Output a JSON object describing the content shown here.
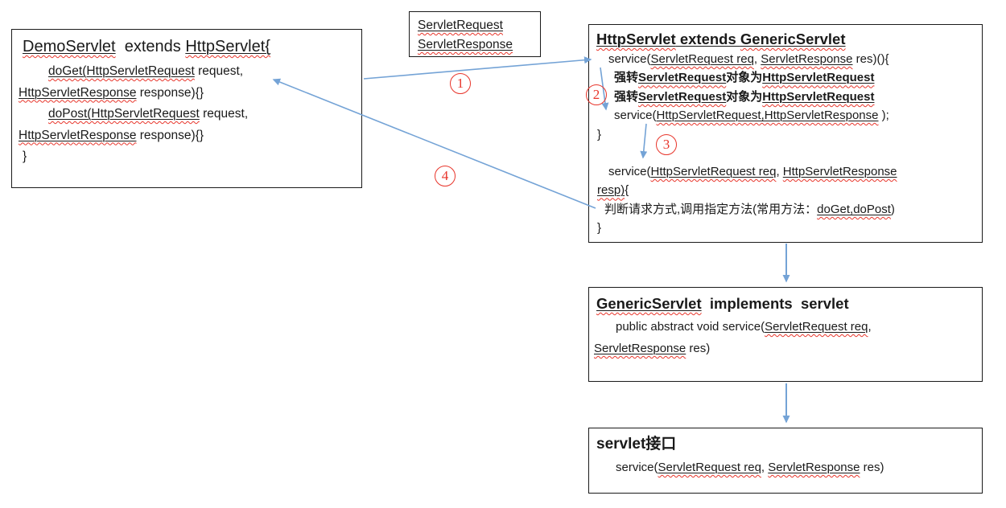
{
  "demo": {
    "title": [
      {
        "t": "DemoServlet",
        "c": "u"
      },
      {
        "t": "  extends ",
        "c": ""
      },
      {
        "t": "HttpServlet{",
        "c": "u"
      }
    ],
    "lines": [
      [
        {
          "t": "doGet(HttpServletRequest",
          "c": "u"
        },
        {
          "t": " request,",
          "c": ""
        }
      ],
      [
        {
          "t": "HttpServletResponse",
          "c": "u"
        },
        {
          "t": " response){}",
          "c": ""
        }
      ],
      [
        {
          "t": "doPost(HttpServletRequest",
          "c": "u"
        },
        {
          "t": " request,",
          "c": ""
        }
      ],
      [
        {
          "t": "HttpServletResponse",
          "c": "u"
        },
        {
          "t": " response){}",
          "c": ""
        }
      ],
      [
        {
          "t": "}",
          "c": ""
        }
      ]
    ]
  },
  "note": {
    "lines": [
      [
        {
          "t": "ServletRequest",
          "c": "u"
        }
      ],
      [
        {
          "t": "ServletResponse",
          "c": "u"
        }
      ]
    ]
  },
  "http": {
    "title": [
      {
        "t": "HttpServlet",
        "c": "u"
      },
      {
        "t": " extends ",
        "c": "s"
      },
      {
        "t": "GenericServlet",
        "c": "u"
      }
    ],
    "lines": [
      [
        {
          "t": "service(",
          "c": ""
        },
        {
          "t": "ServletRequest req",
          "c": "u"
        },
        {
          "t": ", ",
          "c": ""
        },
        {
          "t": "ServletResponse",
          "c": "u"
        },
        {
          "t": " res)(){",
          "c": ""
        }
      ],
      [
        {
          "t": "强转",
          "c": "b"
        },
        {
          "t": "ServletRequest",
          "c": "bu"
        },
        {
          "t": "对象为",
          "c": "b"
        },
        {
          "t": "HttpServletRequest",
          "c": "bu"
        }
      ],
      [
        {
          "t": "强转",
          "c": "b"
        },
        {
          "t": "ServletRequest",
          "c": "bu"
        },
        {
          "t": "对象为",
          "c": "b"
        },
        {
          "t": "HttpServletRequest",
          "c": "bu"
        }
      ],
      [
        {
          "t": "service(",
          "c": ""
        },
        {
          "t": "HttpServletRequest,HttpServletResponse",
          "c": "u"
        },
        {
          "t": " );",
          "c": ""
        }
      ],
      [
        {
          "t": "}",
          "c": ""
        }
      ],
      [
        {
          "t": "service(",
          "c": ""
        },
        {
          "t": "HttpServletRequest req",
          "c": "u"
        },
        {
          "t": ", ",
          "c": ""
        },
        {
          "t": "HttpServletResponse",
          "c": "u"
        }
      ],
      [
        {
          "t": "resp)",
          "c": "u"
        },
        {
          "t": "{",
          "c": ""
        }
      ],
      [
        {
          "t": "判断请求方式,调用指定方法(常用方法：",
          "c": ""
        },
        {
          "t": "doGet,doPost",
          "c": "u"
        },
        {
          "t": ")",
          "c": ""
        }
      ],
      [
        {
          "t": "}",
          "c": ""
        }
      ]
    ]
  },
  "generic": {
    "title": [
      {
        "t": "GenericServlet",
        "c": "u"
      },
      {
        "t": "  implements  servlet",
        "c": ""
      }
    ],
    "lines": [
      [
        {
          "t": "public abstract void service(",
          "c": ""
        },
        {
          "t": "ServletRequest req",
          "c": "u"
        },
        {
          "t": ",",
          "c": ""
        }
      ],
      [
        {
          "t": "ServletResponse",
          "c": "u"
        },
        {
          "t": " res)",
          "c": ""
        }
      ]
    ]
  },
  "servlet": {
    "title": [
      {
        "t": "servlet接口",
        "c": ""
      }
    ],
    "lines": [
      [
        {
          "t": "service(",
          "c": ""
        },
        {
          "t": "ServletRequest req",
          "c": "u"
        },
        {
          "t": ", ",
          "c": ""
        },
        {
          "t": "ServletResponse",
          "c": "u"
        },
        {
          "t": " res)",
          "c": ""
        }
      ]
    ]
  },
  "annotations": [
    "1",
    "2",
    "3",
    "4"
  ],
  "colors": {
    "arrow": "#74a3d6",
    "annotation": "#e8352b",
    "squiggle": "#e8352b",
    "border": "#1a1a1a"
  }
}
